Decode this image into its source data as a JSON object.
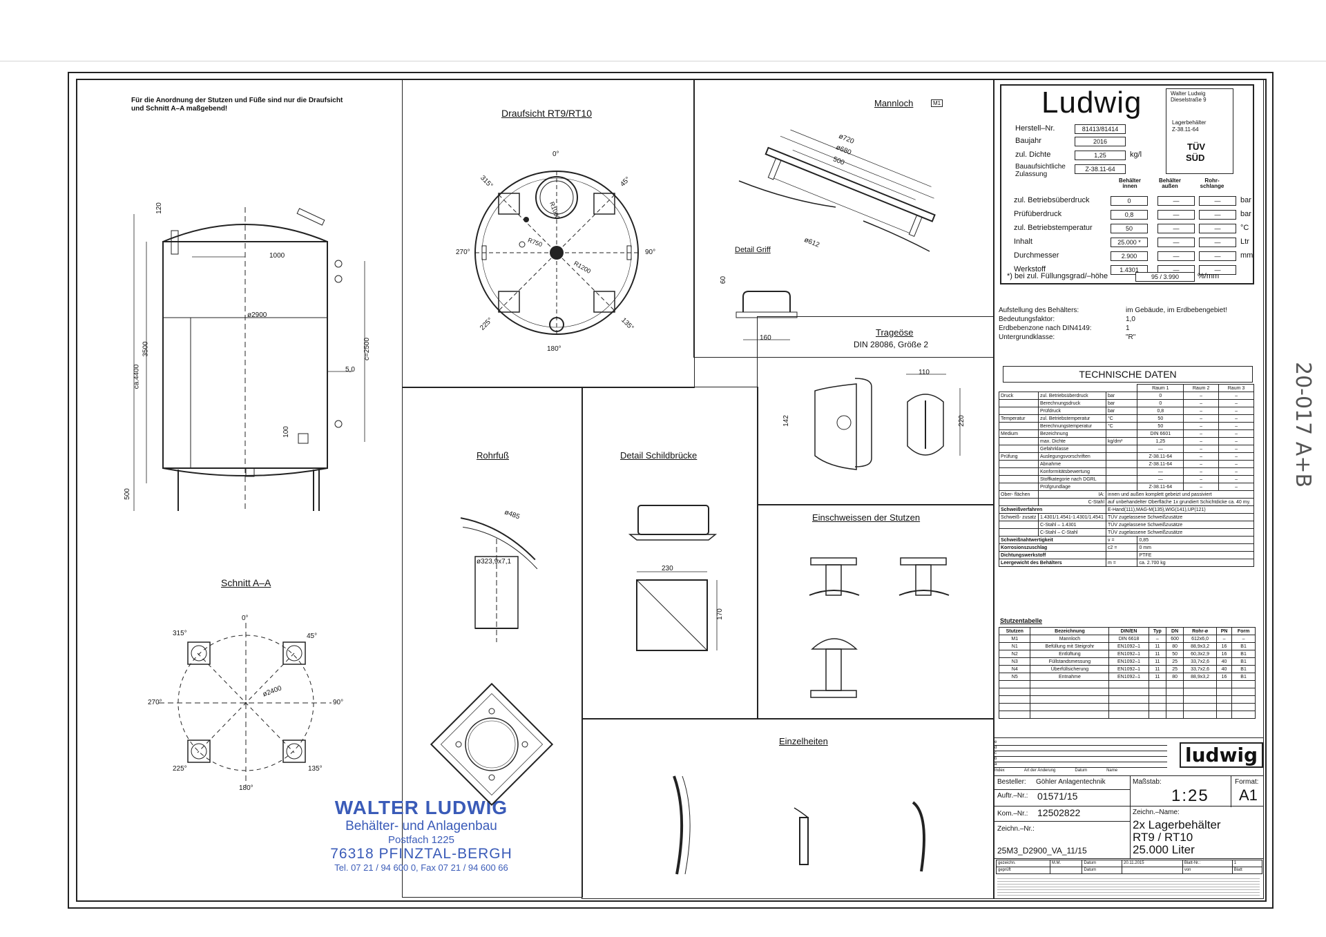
{
  "notes": {
    "arrangement": "Für die Anordnung der Stutzen und Füße sind nur die Draufsicht und Schnitt A–A maßgebend!"
  },
  "views": {
    "draufsicht": "Draufsicht  RT9/RT10",
    "mannloch": "Mannloch",
    "mannloch_tag": "M1",
    "detail_griff": "Detail Griff",
    "trageoese": "Trageöse",
    "trageoese_sub": "DIN 28086, Größe 2",
    "schnitt": "Schnitt  A–A",
    "rohrfuss": "Rohrfuß",
    "schildbruecke": "Detail Schildbrücke",
    "einschweissen": "Einschweissen der Stutzen",
    "einzelheiten": "Einzelheiten"
  },
  "nameplate": {
    "brand": "Ludwig",
    "address": [
      "Walter Ludwig",
      "Dieselstraße 9"
    ],
    "approval_title": [
      "Lagerbehälter",
      "Z-38.11-64"
    ],
    "tuev": [
      "TÜV",
      "SÜD"
    ],
    "fields": [
      {
        "label": "Herstell–Nr.",
        "value": "81413/81414",
        "unit": ""
      },
      {
        "label": "Baujahr",
        "value": "2016",
        "unit": ""
      },
      {
        "label": "zul. Dichte",
        "value": "1,25",
        "unit": "kg/l"
      },
      {
        "label": "Bauaufsichtliche Zulassung",
        "value": "Z-38.11-64",
        "unit": ""
      }
    ],
    "col_heads": [
      "Behälter innen",
      "Behälter außen",
      "Rohr- schlange"
    ],
    "rows": [
      {
        "label": "zul. Betriebsüberdruck",
        "value": "0",
        "unit": "bar"
      },
      {
        "label": "Prüfüberdruck",
        "value": "0,8",
        "unit": "bar"
      },
      {
        "label": "zul. Betriebstemperatur",
        "value": "50",
        "unit": "°C"
      },
      {
        "label": "Inhalt",
        "value": "25.000 *",
        "unit": "Ltr"
      },
      {
        "label": "Durchmesser",
        "value": "2.900",
        "unit": "mm"
      },
      {
        "label": "Werkstoff",
        "value": "1.4301",
        "unit": ""
      }
    ],
    "dash": "—",
    "footnote": "*) bei zul. Füllungsgrad/–höhe",
    "footnote_value": "95 / 3.990",
    "footnote_unit": "%/mm"
  },
  "installation": {
    "labels": [
      "Aufstellung des Behälters:",
      "Bedeutungsfaktor:",
      "Erdbebenzone nach DIN4149:",
      "Untergrundklasse:"
    ],
    "values": [
      "im Gebäude, im Erdbebengebiet!",
      "1,0",
      "1",
      "\"R\""
    ]
  },
  "tech": {
    "title": "TECHNISCHE DATEN",
    "heads": [
      "Raum 1",
      "Raum 2",
      "Raum 3"
    ],
    "rows": [
      [
        "Druck",
        "zul. Betriebsüberdruck",
        "bar",
        "0"
      ],
      [
        "",
        "Berechnungsdruck",
        "bar",
        "0"
      ],
      [
        "",
        "Prüfdruck",
        "bar",
        "0,8"
      ],
      [
        "Temperatur",
        "zul. Betriebstemperatur",
        "°C",
        "50"
      ],
      [
        "",
        "Berechnungstemperatur",
        "°C",
        "50"
      ],
      [
        "Medium",
        "Bezeichnung",
        "",
        "DIN 6601"
      ],
      [
        "",
        "max. Dichte",
        "kg/dm³",
        "1,25"
      ],
      [
        "",
        "Gefahrklasse",
        "",
        "—"
      ],
      [
        "Prüfung",
        "Auslegungsvorschriften",
        "",
        "Z-38.11-64"
      ],
      [
        "",
        "Abnahme",
        "",
        "Z-38.11-64"
      ],
      [
        "",
        "Konformitätsbewertung",
        "",
        "—"
      ],
      [
        "",
        "Stoffkategorie nach DGRL",
        "",
        "—"
      ],
      [
        "",
        "Prüfgrundlage",
        "",
        "Z-38.11-64"
      ]
    ],
    "surface_label": "Ober- flächen",
    "surface": [
      [
        "IA:",
        "innen und außen komplett gebeizt und passiviert"
      ],
      [
        "C-Stahl",
        "auf unbehandelter Oberfläche 1x grundiert Schichtdicke ca. 40 my."
      ]
    ],
    "schweissverfahren": [
      "Schweißverfahren",
      "E-Hand(111),MAG-M(135),WIG(141),UP(121)"
    ],
    "zusatz_label": "Schweiß- zusatz",
    "zusatz": [
      [
        "1.4301/1.4541-1.4301/1.4541",
        "TÜV zugelassene Schweißzusätze"
      ],
      [
        "C-Stahl – 1.4301",
        "TÜV zugelassene Schweißzusätze"
      ],
      [
        "C-Stahl – C-Stahl",
        "TÜV zugelassene Schweißzusätze"
      ]
    ],
    "tail": [
      [
        "Schweißnahtwertigkeit",
        "v =",
        "0,85"
      ],
      [
        "Korrosionszuschlag",
        "c2 =",
        "0 mm"
      ],
      [
        "Dichtungswerkstoff",
        "",
        "PTFE"
      ],
      [
        "Leergewicht des Behälters",
        "m =",
        "ca. 2.700 kg"
      ]
    ]
  },
  "nozzles": {
    "title": "Stutzentabelle",
    "heads": [
      "Stutzen",
      "Bezeichnung",
      "DIN/EN",
      "Typ",
      "DN",
      "Rohr-ø",
      "PN",
      "Form"
    ],
    "rows": [
      [
        "M1",
        "Mannloch",
        "DIN 6618",
        "–",
        "600",
        "612x6,0",
        "–",
        "–"
      ],
      [
        "N1",
        "Befüllung mit Steigrohr",
        "EN1092–1",
        "11",
        "80",
        "88,9x3,2",
        "16",
        "B1"
      ],
      [
        "N2",
        "Entlüftung",
        "EN1092–1",
        "11",
        "50",
        "60,3x2,9",
        "16",
        "B1"
      ],
      [
        "N3",
        "Füllstandsmessung",
        "EN1092–1",
        "11",
        "25",
        "33,7x2,6",
        "40",
        "B1"
      ],
      [
        "N4",
        "Überfüllsicherung",
        "EN1092–1",
        "11",
        "25",
        "33,7x2,6",
        "40",
        "B1"
      ],
      [
        "N5",
        "Entnahme",
        "EN1092–1",
        "11",
        "80",
        "88,9x3,2",
        "16",
        "B1"
      ]
    ]
  },
  "title_block": {
    "logo": "ludwig",
    "rev_letters": [
      "e",
      "d",
      "c",
      "b",
      "a"
    ],
    "rev_heads": [
      "Index",
      "Art der Änderung",
      "Datum",
      "Name"
    ],
    "besteller_label": "Besteller:",
    "besteller": "Göhler Anlagentechnik",
    "massstab_label": "Maßstab:",
    "massstab": "1:25",
    "format_label": "Format:",
    "format": "A1",
    "auftr_label": "Auftr.–Nr.:",
    "auftr": "01571/15",
    "kom_label": "Kom.–Nr.:",
    "kom": "12502822",
    "zeichn_name_label": "Zeichn.–Name:",
    "zeichn_name": [
      "2x  Lagerbehälter",
      "RT9  /  RT10",
      "25.000  Liter"
    ],
    "zeichn_nr_label": "Zeichn.–Nr.:",
    "zeichn_nr": "25M3_D2900_VA_11/15",
    "gez": [
      "gezeichn.",
      "M.M.",
      "Datum",
      "20.11.2015",
      "Blatt-Nr.:",
      "1"
    ],
    "gepr": [
      "geprüft",
      "",
      "Datum",
      "",
      "von",
      "Blatt"
    ]
  },
  "stamp": {
    "lines": [
      "WALTER LUDWIG",
      "Behälter- und Anlagenbau",
      "Postfach 1225",
      "76318 PFINZTAL-BERGH",
      "Tel. 07 21 / 94 600 0, Fax 07 21 / 94 600 66"
    ]
  },
  "handwritten": "20-017 A+B",
  "dims": {
    "d2900": "ø2900",
    "d1000": "1000",
    "d3500": "3500",
    "d4400": "ca.4400",
    "d2500": "c=2500",
    "d500": "500",
    "d5": "5,0",
    "d120": "120",
    "d100": "100",
    "d2400": "ø2400",
    "d750": "R750",
    "d1200": "R1200",
    "d1000r": "R1000",
    "d720": "ø720",
    "d680": "ø680",
    "d500b": "500",
    "d612": "ø612",
    "d485": "ø485",
    "d323": "ø323,9x7,1",
    "d230": "230",
    "d170": "170",
    "d110": "110",
    "d220": "220",
    "d142": "142",
    "d160": "160",
    "d60": "60"
  },
  "angles": [
    "0°",
    "45°",
    "90°",
    "135°",
    "180°",
    "225°",
    "270°",
    "315°"
  ]
}
